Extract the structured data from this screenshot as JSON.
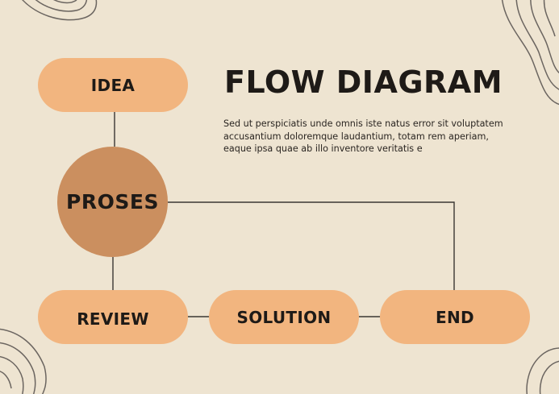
{
  "title": "FLOW DIAGRAM",
  "description": "Sed ut perspiciatis unde omnis iste natus error sit voluptatem accusantium doloremque laudantium, totam rem aperiam, eaque ipsa quae ab illo inventore veritatis e",
  "nodes": {
    "idea": "IDEA",
    "proses": "PROSES",
    "review": "REVIEW",
    "solution": "SOLUTION",
    "end": "END"
  },
  "colors": {
    "background": "#EEE4D1",
    "pill": "#F2B57F",
    "circle": "#CB8F5F",
    "text": "#1E1A17",
    "line": "#3A3632",
    "contour": "#6B6560"
  }
}
